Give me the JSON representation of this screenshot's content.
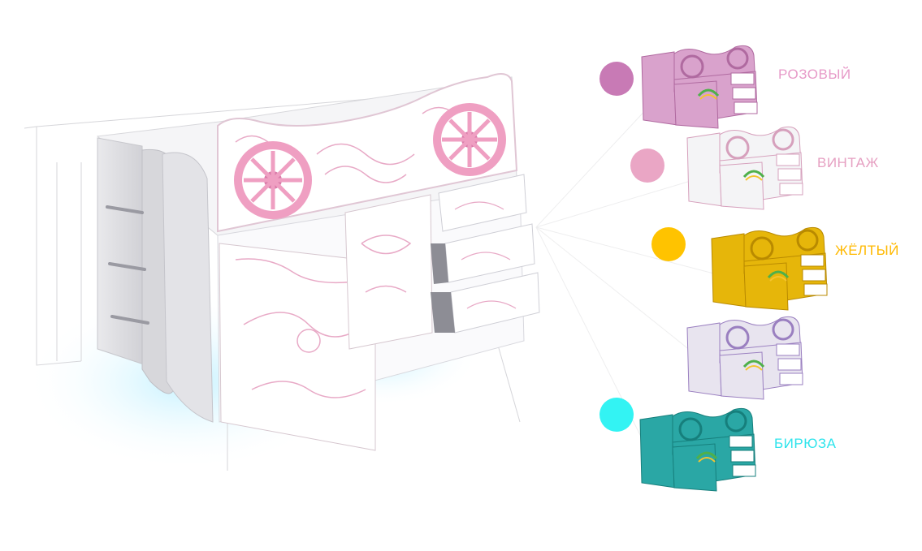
{
  "options": [
    {
      "id": "pink",
      "label": "РОЗОВЫЙ",
      "swatch": "#c87ab5",
      "label_color": "#e79ac8",
      "body": "#d9a2cc",
      "accent": "#b06aa0"
    },
    {
      "id": "vintage",
      "label": "ВИНТАЖ",
      "swatch": "#eaa6c5",
      "label_color": "#e6a0c2",
      "body": "#f4f4f6",
      "accent": "#d6a0bc"
    },
    {
      "id": "yellow",
      "label": "ЖЁЛТЫЙ",
      "swatch": "#ffc300",
      "label_color": "#ffb900",
      "body": "#e6b60a",
      "accent": "#b98a00"
    },
    {
      "id": "lilac",
      "label": "",
      "swatch": "",
      "label_color": "",
      "body": "#e8e4ef",
      "accent": "#9a7fc0"
    },
    {
      "id": "turquoise",
      "label": "БИРЮЗА",
      "swatch": "#33f3f3",
      "label_color": "#2ee4ec",
      "body": "#2aa7a5",
      "accent": "#167f7c"
    }
  ],
  "colors": {
    "pink_pattern": "#e8a9c6",
    "wheel": "#ef9fc2",
    "wheel_dark": "#d97aa8",
    "glow": "#9fe6ff"
  }
}
